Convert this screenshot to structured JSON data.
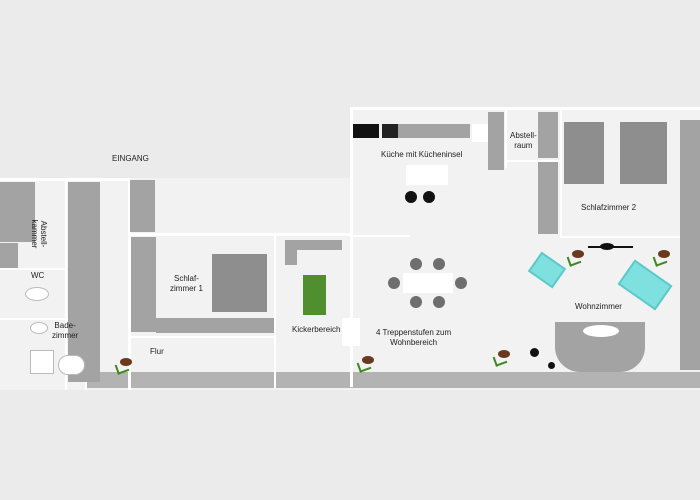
{
  "title": "Grundriss",
  "labels": {
    "entrance": "EINGANG",
    "storage_closet": "Abstell-kammer",
    "wc": "WC",
    "bathroom_1": "Bade-",
    "bathroom_2": "zimmer",
    "bedroom1_1": "Schlaf-",
    "bedroom1_2": "zimmer 1",
    "hallway": "Flur",
    "kicker": "Kickerbereich",
    "kitchen": "Küche mit Kücheninsel",
    "storage_room_1": "Abstell-",
    "storage_room_2": "raum",
    "bedroom2": "Schlafzimmer 2",
    "living": "Wohnzimmer",
    "stairs_1": "4 Treppenstufen zum",
    "stairs_2": "Wohnbereich"
  },
  "colors": {
    "background": "#ebebeb",
    "floor": "#f2f2f2",
    "furniture": "#a3a3a3",
    "sofa_accent": "#7fe0e0",
    "table_soccer": "#4f8f2f"
  }
}
